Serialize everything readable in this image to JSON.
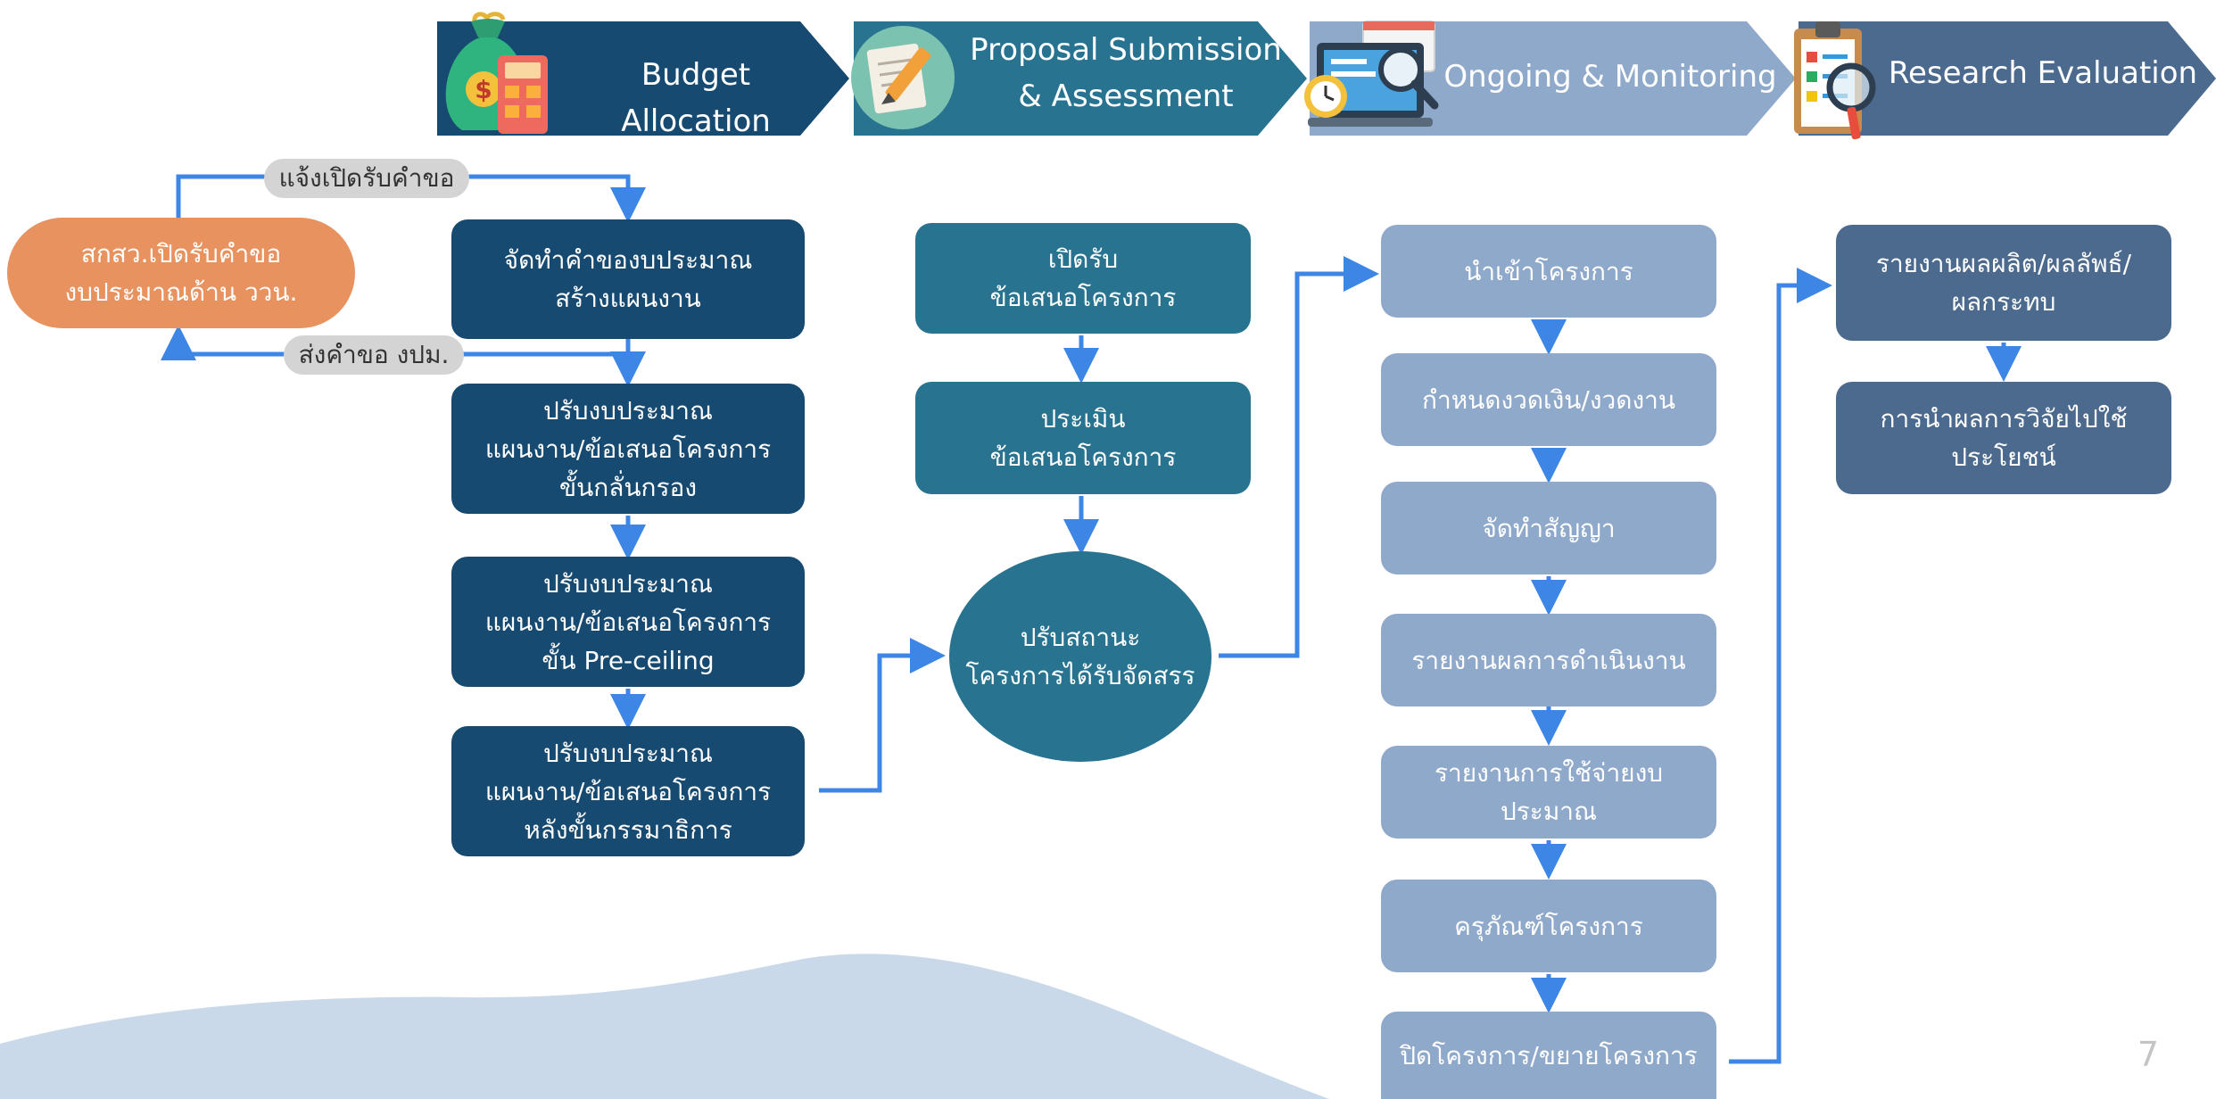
{
  "header": {
    "stages": [
      {
        "label": "Budget Allocation",
        "color": "#174a70",
        "icon": "money-bag-calculator-icon"
      },
      {
        "label": "Proposal Submission\n& Assessment",
        "color": "#277390",
        "icon": "document-pencil-icon"
      },
      {
        "label": "Ongoing & Monitoring",
        "color": "#8fa9cb",
        "icon": "monitor-magnifier-clock-icon"
      },
      {
        "label": "Research Evaluation",
        "color": "#4b6a8e",
        "icon": "clipboard-checklist-icon"
      }
    ]
  },
  "budget": {
    "origin": "สกสว.เปิดรับคำขอ\nงบประมาณด้าน ววน.",
    "notify_label": "แจ้งเปิดรับคำขอ",
    "submit_label": "ส่งคำขอ งปม.",
    "steps": [
      "จัดทำคำของบประมาณ\nสร้างแผนงาน",
      "ปรับงบประมาณ\nแผนงาน/ข้อเสนอโครงการ\nขั้นกลั่นกรอง",
      "ปรับงบประมาณ\nแผนงาน/ข้อเสนอโครงการ\nขั้น Pre-ceiling",
      "ปรับงบประมาณ\nแผนงาน/ข้อเสนอโครงการ\nหลังขั้นกรรมาธิการ"
    ]
  },
  "proposal": {
    "steps": [
      "เปิดรับ\nข้อเสนอโครงการ",
      "ประเมิน\nข้อเสนอโครงการ"
    ],
    "status": "ปรับสถานะ\nโครงการได้รับจัดสรร"
  },
  "monitoring": {
    "steps": [
      "นำเข้าโครงการ",
      "กำหนดงวดเงิน/งวดงาน",
      "จัดทำสัญญา",
      "รายงานผลการดำเนินงาน",
      "รายงานการใช้จ่ายงบประมาณ",
      "ครุภัณฑ์โครงการ",
      "ปิดโครงการ/ขยายโครงการ"
    ]
  },
  "evaluation": {
    "steps": [
      "รายงานผลผลิต/ผลลัพธ์/\nผลกระทบ",
      "การนำผลการวิจัยไปใช้\nประโยชน์"
    ]
  },
  "colors": {
    "arrow": "#3d86e6",
    "origin": "#e8925f",
    "wave": "#c9d9ea"
  },
  "page_number": "7"
}
